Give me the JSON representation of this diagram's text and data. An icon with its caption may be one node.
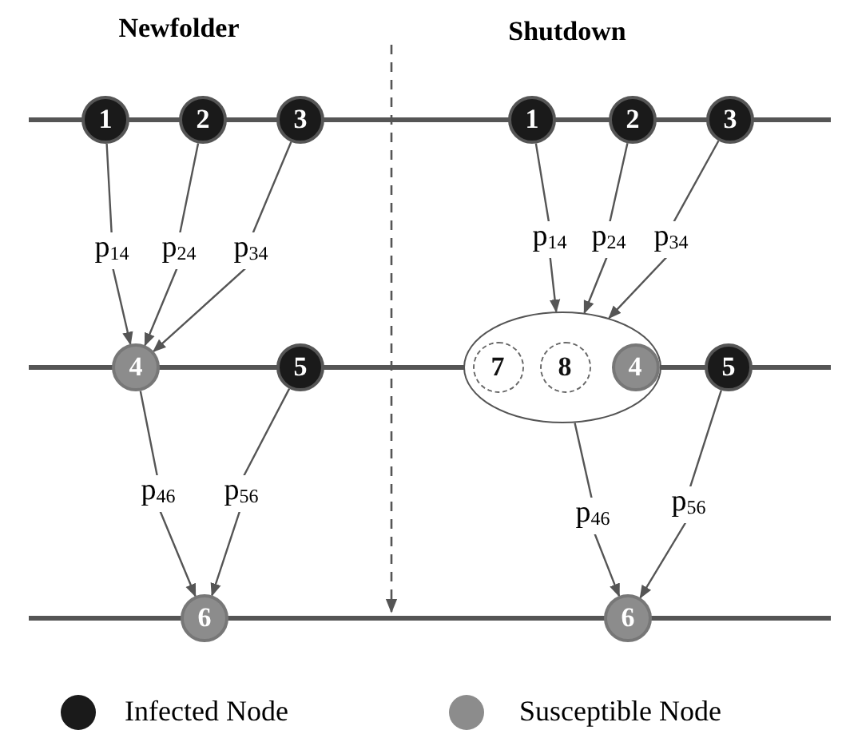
{
  "diagram": {
    "nodes": [
      {
        "text": [
          "1"
        ]
      },
      {
        "text": [
          "2"
        ]
      },
      {
        "text": [
          "3"
        ]
      },
      {
        "text": [
          "4"
        ]
      },
      {
        "text": [
          "5"
        ]
      },
      {
        "text": [
          "6"
        ]
      },
      {
        "text": [
          "1"
        ]
      },
      {
        "text": [
          "2"
        ]
      },
      {
        "text": [
          "3"
        ]
      },
      {
        "text": [],
        "shape": "ellipse"
      },
      {
        "text": [
          "7"
        ],
        "in": 9
      },
      {
        "text": [
          "8"
        ],
        "in": 9
      },
      {
        "text": [
          "4"
        ],
        "in": 9
      },
      {
        "text": [
          "5"
        ]
      },
      {
        "text": [
          "6"
        ]
      }
    ],
    "edges": [
      {
        "from": 0,
        "to": 3,
        "arrow": "to",
        "label": "p$_{14}$"
      },
      {
        "from": 1,
        "to": 3,
        "arrow": "to",
        "label": "p$_{24}$"
      },
      {
        "from": 2,
        "to": 3,
        "arrow": "to",
        "label": "p$_{34}$"
      },
      {
        "from": 3,
        "to": 5,
        "arrow": "to",
        "label": "p$_{46}$"
      },
      {
        "from": 4,
        "to": 5,
        "arrow": "to",
        "label": "p$_{56}$"
      },
      {
        "from": 6,
        "to": 9,
        "arrow": "to",
        "label": "p$_{14}$"
      },
      {
        "from": 7,
        "to": 9,
        "arrow": "to",
        "label": "p$_{24}$"
      },
      {
        "from": 8,
        "to": 9,
        "arrow": "to",
        "label": "p$_{34}$"
      },
      {
        "from": 9,
        "to": 14,
        "arrow": "to",
        "label": "p$_{46}$"
      },
      {
        "from": 13,
        "to": 14,
        "arrow": "to",
        "label": "p$_{56}$"
      }
    ],
    "labels": [
      "Newfolder",
      "Shutdown"
    ],
    "legend": [
      {
        "text": "Infected Node",
        "color": "#1a1a1a"
      },
      {
        "text": "Susceptible Node",
        "color": "#8c8c8c"
      }
    ]
  }
}
